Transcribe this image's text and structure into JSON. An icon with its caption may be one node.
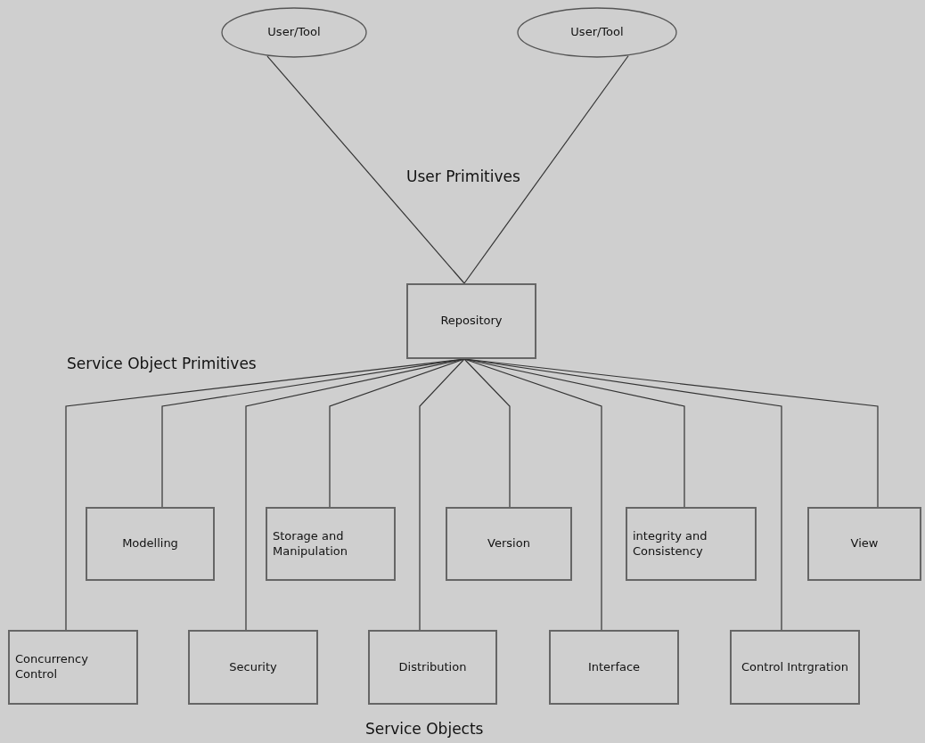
{
  "diagram": {
    "nodes": [
      {
        "text": [
          "User/Tool"
        ]
      },
      {
        "text": [
          "User/Tool"
        ]
      },
      {
        "text": [
          "Repository"
        ]
      },
      {
        "text": [
          "Modelling"
        ]
      },
      {
        "text": [
          "Storage and Manipulation"
        ]
      },
      {
        "text": [
          "Version"
        ]
      },
      {
        "text": [
          "integrity and Consistency"
        ]
      },
      {
        "text": [
          "View"
        ]
      },
      {
        "text": [
          "Concurrency Control"
        ]
      },
      {
        "text": [
          "Security"
        ]
      },
      {
        "text": [
          "Distribution"
        ]
      },
      {
        "text": [
          "Interface"
        ]
      },
      {
        "text": [
          "Control Intrgration"
        ]
      }
    ],
    "edges": [
      {
        "from": 0,
        "to": 2,
        "arrow": "none"
      },
      {
        "from": 1,
        "to": 2,
        "arrow": "none"
      },
      {
        "from": 2,
        "to": 8,
        "arrow": "none"
      },
      {
        "from": 2,
        "to": 3,
        "arrow": "none"
      },
      {
        "from": 2,
        "to": 9,
        "arrow": "none"
      },
      {
        "from": 2,
        "to": 4,
        "arrow": "none"
      },
      {
        "from": 2,
        "to": 10,
        "arrow": "none"
      },
      {
        "from": 2,
        "to": 5,
        "arrow": "none"
      },
      {
        "from": 2,
        "to": 11,
        "arrow": "none"
      },
      {
        "from": 2,
        "to": 6,
        "arrow": "none"
      },
      {
        "from": 2,
        "to": 12,
        "arrow": "none"
      },
      {
        "from": 2,
        "to": 7,
        "arrow": "none"
      }
    ],
    "labels": [
      "User Primitives",
      "Service Object Primitives",
      "Service Objects"
    ]
  }
}
